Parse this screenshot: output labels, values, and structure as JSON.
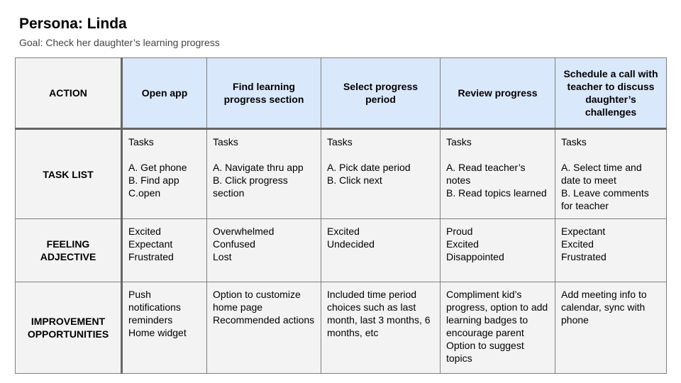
{
  "title": "Persona: Linda",
  "subtitle": "Goal: Check her daughter’s learning progress",
  "corner_label": "ACTION",
  "columns": [
    "Open app",
    "Find learning progress section",
    "Select progress period",
    "Review progress",
    "Schedule a call with teacher to discuss daughter’s challenges"
  ],
  "rows": [
    {
      "label": "TASK LIST",
      "cells": [
        [
          "Tasks",
          "",
          "A. Get phone",
          "B. Find app",
          "C.open"
        ],
        [
          "Tasks",
          "",
          "A. Navigate thru app",
          "B. Click progress section"
        ],
        [
          "Tasks",
          "",
          "A. Pick date period",
          "B. Click next"
        ],
        [
          "Tasks",
          "",
          "A. Read teacher’s notes",
          "B. Read topics learned"
        ],
        [
          "Tasks",
          "",
          "A. Select time and date to meet",
          "B. Leave comments for teacher"
        ]
      ]
    },
    {
      "label": "FEELING ADJECTIVE",
      "cells": [
        [
          "Excited",
          "Expectant",
          "Frustrated"
        ],
        [
          "Overwhelmed",
          "Confused",
          "Lost"
        ],
        [
          "Excited",
          "Undecided"
        ],
        [
          "Proud",
          "Excited",
          "Disappointed"
        ],
        [
          "Expectant",
          "Excited",
          "Frustrated"
        ]
      ]
    },
    {
      "label": "IMPROVEMENT OPPORTUNITIES",
      "cells": [
        [
          "Push notifications reminders",
          "Home widget"
        ],
        [
          "Option to customize home page",
          "Recommended actions"
        ],
        [
          "Included time period choices such as last month, last 3 months, 6 months, etc"
        ],
        [
          "Compliment kid’s progress, option to add learning badges to encourage parent",
          "Option to suggest topics"
        ],
        [
          "Add meeting info to calendar, sync with phone"
        ]
      ]
    }
  ]
}
